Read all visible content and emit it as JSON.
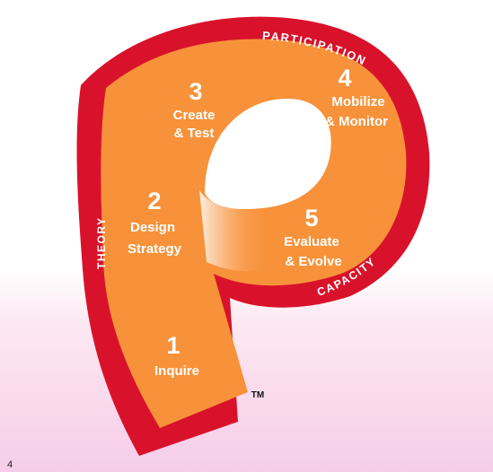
{
  "colors": {
    "band_red": "#d9122b",
    "fill_orange": "#f7923a",
    "text_white": "#ffffff",
    "page_pink": "#f6cde8"
  },
  "bands": {
    "participation": "PARTICIPATION",
    "capacity": "CAPACITY",
    "theory": "THEORY"
  },
  "stages": [
    {
      "number": "1",
      "line1": "Inquire",
      "line2": ""
    },
    {
      "number": "2",
      "line1": "Design",
      "line2": "Strategy"
    },
    {
      "number": "3",
      "line1": "Create",
      "line2": "& Test"
    },
    {
      "number": "4",
      "line1": "Mobilize",
      "line2": "& Monitor"
    },
    {
      "number": "5",
      "line1": "Evaluate",
      "line2": "& Evolve"
    }
  ],
  "trademark": "TM",
  "page_number": "4"
}
